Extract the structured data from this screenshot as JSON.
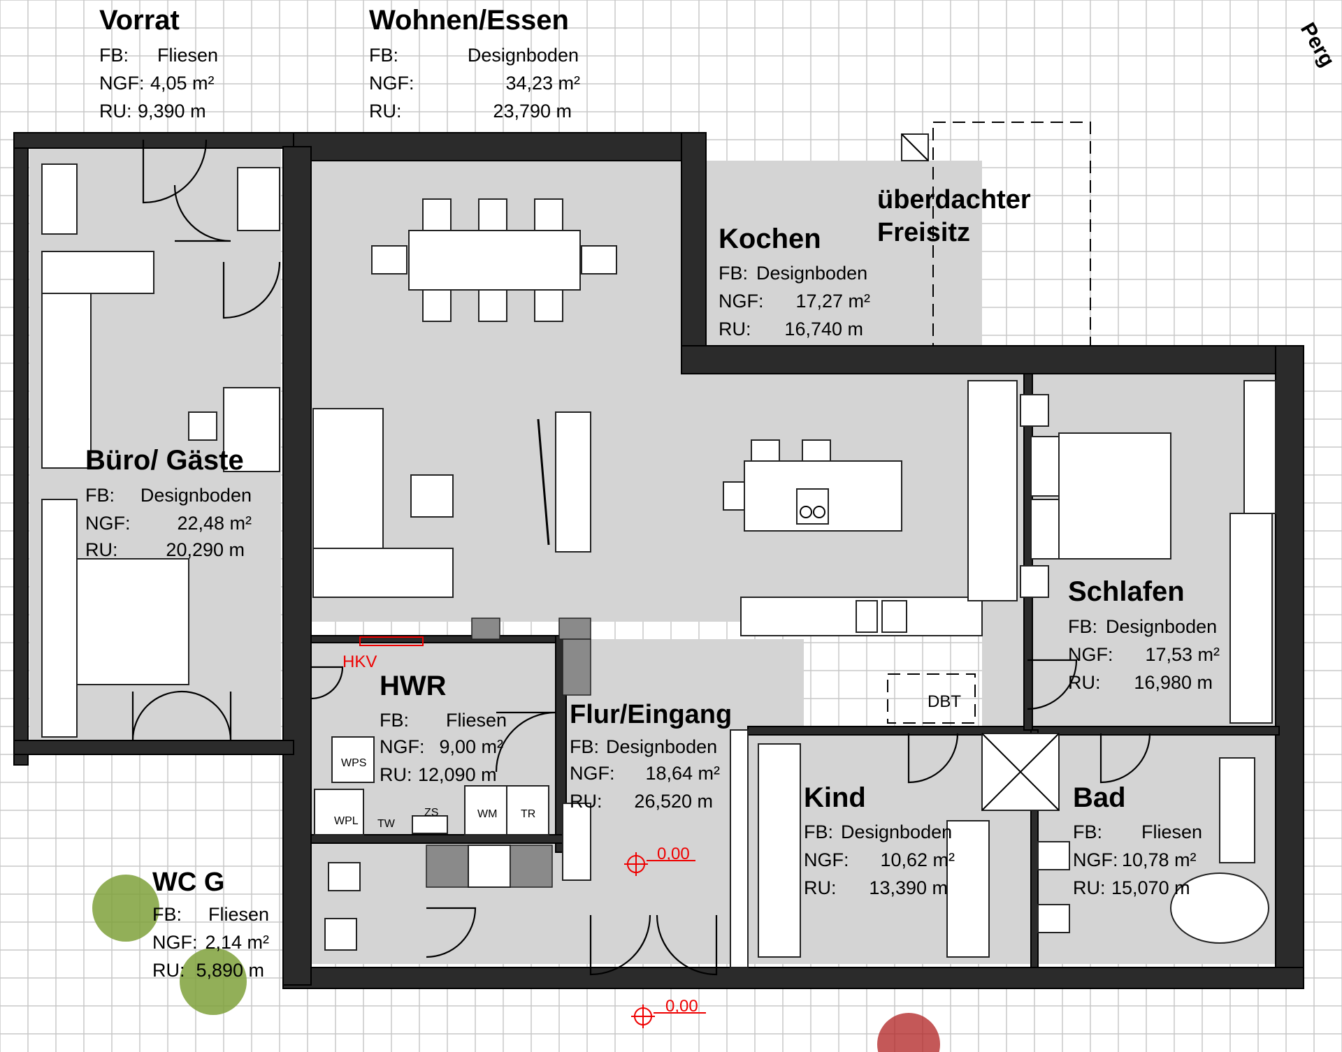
{
  "rooms": {
    "vorrat": {
      "name": "Vorrat",
      "fb_label": "FB:",
      "fb": "Fliesen",
      "ngf_label": "NGF:",
      "ngf": "4,05 m²",
      "ru_label": "RU:",
      "ru": "9,390 m"
    },
    "wohnen": {
      "name": "Wohnen/Essen",
      "fb_label": "FB:",
      "fb": "Designboden",
      "ngf_label": "NGF:",
      "ngf": "34,23 m²",
      "ru_label": "RU:",
      "ru": "23,790 m"
    },
    "kochen": {
      "name": "Kochen",
      "fb_label": "FB:",
      "fb": "Designboden",
      "ngf_label": "NGF:",
      "ngf": "17,27 m²",
      "ru_label": "RU:",
      "ru": "16,740 m"
    },
    "freisitz": {
      "name_line1": "überdachter",
      "name_line2": "Freisitz"
    },
    "buero": {
      "name": "Büro/ Gäste",
      "fb_label": "FB:",
      "fb": "Designboden",
      "ngf_label": "NGF:",
      "ngf": "22,48 m²",
      "ru_label": "RU:",
      "ru": "20,290 m"
    },
    "schlafen": {
      "name": "Schlafen",
      "fb_label": "FB:",
      "fb": "Designboden",
      "ngf_label": "NGF:",
      "ngf": "17,53 m²",
      "ru_label": "RU:",
      "ru": "16,980 m"
    },
    "hwr": {
      "name": "HWR",
      "fb_label": "FB:",
      "fb": "Fliesen",
      "ngf_label": "NGF:",
      "ngf": "9,00 m²",
      "ru_label": "RU:",
      "ru": "12,090 m"
    },
    "flur": {
      "name": "Flur/Eingang",
      "fb_label": "FB:",
      "fb": "Designboden",
      "ngf_label": "NGF:",
      "ngf": "18,64 m²",
      "ru_label": "RU:",
      "ru": "26,520 m"
    },
    "kind": {
      "name": "Kind",
      "fb_label": "FB:",
      "fb": "Designboden",
      "ngf_label": "NGF:",
      "ngf": "10,62 m²",
      "ru_label": "RU:",
      "ru": "13,390 m"
    },
    "bad": {
      "name": "Bad",
      "fb_label": "FB:",
      "fb": "Fliesen",
      "ngf_label": "NGF:",
      "ngf": "10,78 m²",
      "ru_label": "RU:",
      "ru": "15,070 m"
    },
    "wc": {
      "name": "WC G",
      "fb_label": "FB:",
      "fb": "Fliesen",
      "ngf_label": "NGF:",
      "ngf": "2,14 m²",
      "ru_label": "RU:",
      "ru": "5,890 m"
    }
  },
  "labels": {
    "hkv": "HKV",
    "dbt": "DBT",
    "wps": "WPS",
    "wpl": "WPL",
    "tw": "TW",
    "zs": "ZS",
    "wm": "WM",
    "tr": "TR",
    "level_1": "0,00",
    "level_2": "0,00",
    "pergola_partial": "Perg"
  }
}
